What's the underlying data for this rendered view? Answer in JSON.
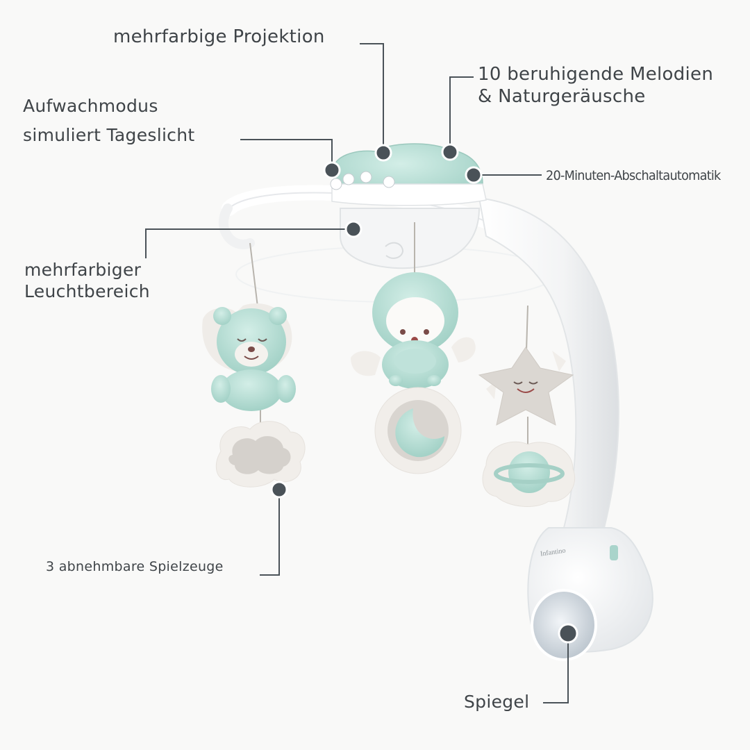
{
  "callouts": {
    "projektion": "mehrfarbige Projektion",
    "aufwachmodus_line1": "Aufwachmodus",
    "aufwachmodus_line2": "simuliert Tageslicht",
    "melodien_line1": "10 beruhigende Melodien",
    "melodien_line2": "& Naturgeräusche",
    "abschaltautomatik": "20-Minuten-Abschaltautomatik",
    "leuchtbereich_line1": "mehrfarbiger",
    "leuchtbereich_line2": "Leuchtbereich",
    "spielzeuge": "3 abnehmbare Spielzeuge",
    "spiegel": "Spiegel"
  },
  "product": {
    "brand_mark": "Infantino"
  },
  "colors": {
    "background": "#f9f9f8",
    "text": "#3f4448",
    "callout_dot": "#4a5258",
    "mint": "#b3dcd3",
    "white_plastic": "#ffffff",
    "grey_toy": "#d8d4cf"
  }
}
